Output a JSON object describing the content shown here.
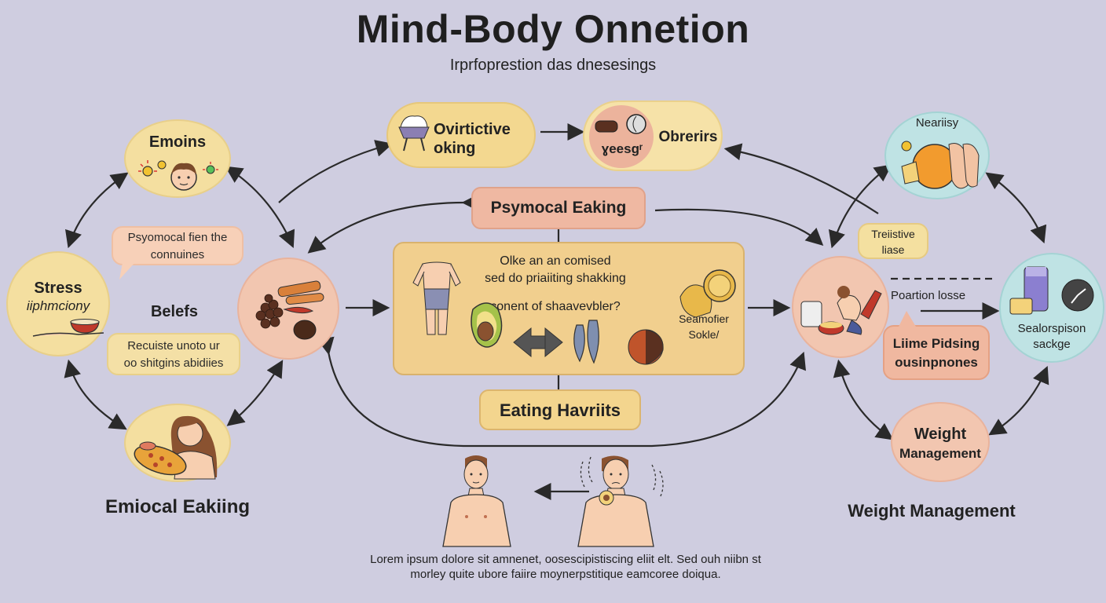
{
  "title": "Mind-Body Onnetion",
  "subtitle": "Irprfoprestion das dnesesings",
  "top": {
    "left_pill": [
      "Ovirtictive",
      "oking"
    ],
    "right_pill_a": "Obrerirs",
    "right_pill_b": "ɣeesgʳ"
  },
  "left": {
    "emotions": "Emoins",
    "stress": [
      "Stress",
      "iiphmciony"
    ],
    "bubble1": [
      "Psyomocal fien the",
      "connuines"
    ],
    "beliefs": "Belefs",
    "bubble2": [
      "Recuiste unoto ur",
      "oo shitgins abidiies"
    ],
    "footer": "Emiocal Eakiing"
  },
  "center": {
    "header": "Psymocal Eaking",
    "box_lines": [
      "Olke an an comised",
      "sed do priaiiting shakking",
      "conent of shaavevbler?"
    ],
    "box_side": [
      "Seamofier",
      "Sokle/"
    ],
    "footer": "Eating Havriits"
  },
  "right": {
    "nearby": "Neariisy",
    "bubble1": [
      "Treiistive",
      "liase"
    ],
    "position_label": "Poartion losse",
    "right_circle": [
      "Sealorspison",
      "sackge"
    ],
    "bubble2": [
      "Liime Pidsing",
      "ousinpnones"
    ],
    "weight_circle": [
      "Weight",
      "Management"
    ],
    "footer": "Weight Management"
  },
  "bottom_text": [
    "Lorem ipsum dolore sit amnenet, oosescipistiscing eliit elt. Sed ouh niibn st",
    "morley quite ubore faiire moynerpstitique eamcoree doiqua."
  ],
  "colors": {
    "background": "#cfcde0",
    "yellow": "#f4dfa0",
    "peach": "#f2c6b0",
    "teal": "#bfe3e4",
    "arrow": "#2a2a2a"
  },
  "icons": [
    "sun-icon",
    "person-face-icon",
    "food-bowl-icon",
    "avocado-icon",
    "swap-arrow-icon",
    "clock-icon",
    "dumbbell-icon",
    "body-figure-icon"
  ]
}
